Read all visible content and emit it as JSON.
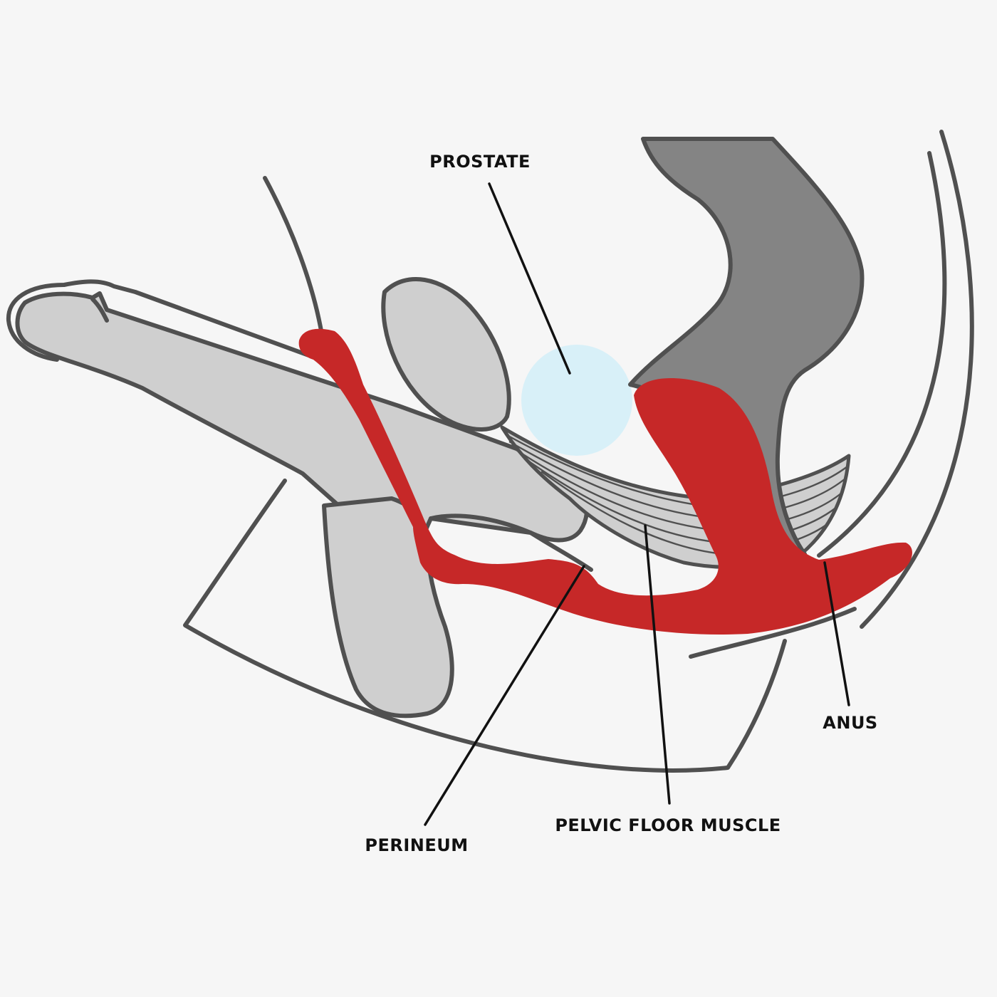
{
  "labels": {
    "prostate": "PROSTATE",
    "anus": "ANUS",
    "pelvic_floor_muscle": "PELVIC FLOOR MUSCLE",
    "perineum": "PERINEUM"
  },
  "colors": {
    "background": "#f6f6f6",
    "outline": "#505050",
    "light_organ": "#cfcfcf",
    "dark_organ": "#848484",
    "muscle_red": "#c62828",
    "prostate_blue": "#d8f0f8",
    "label_text": "#111111"
  }
}
